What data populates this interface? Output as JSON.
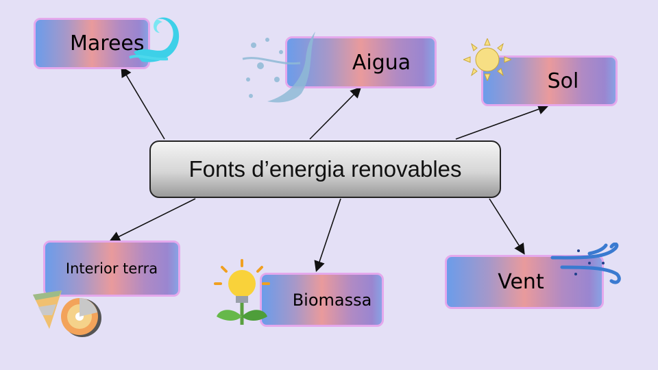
{
  "central": {
    "label": "Fonts d’energia renovables"
  },
  "nodes": {
    "marees": "Marees",
    "aigua": "Aigua",
    "sol": "Sol",
    "interior": "Interior terra",
    "biomassa": "Biomassa",
    "vent": "Vent"
  },
  "colors": {
    "background": "#e4e0f6",
    "node_border": "#e4a8ec",
    "arrow": "#111111"
  }
}
